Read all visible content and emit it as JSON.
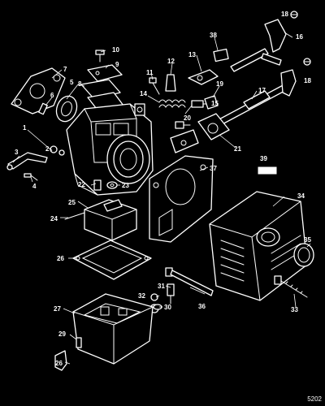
{
  "diagram": {
    "callouts": [
      {
        "id": "c1",
        "label": "1"
      },
      {
        "id": "c2",
        "label": "2"
      },
      {
        "id": "c3",
        "label": "3"
      },
      {
        "id": "c4",
        "label": "4"
      },
      {
        "id": "c5",
        "label": "5"
      },
      {
        "id": "c6",
        "label": "6"
      },
      {
        "id": "c7",
        "label": "7"
      },
      {
        "id": "c8",
        "label": "8"
      },
      {
        "id": "c9",
        "label": "9"
      },
      {
        "id": "c10",
        "label": "10"
      },
      {
        "id": "c11",
        "label": "11"
      },
      {
        "id": "c12",
        "label": "12"
      },
      {
        "id": "c13",
        "label": "13"
      },
      {
        "id": "c14",
        "label": "14"
      },
      {
        "id": "c15",
        "label": "15"
      },
      {
        "id": "c16",
        "label": "16"
      },
      {
        "id": "c17",
        "label": "17"
      },
      {
        "id": "c18a",
        "label": "18"
      },
      {
        "id": "c18b",
        "label": "18"
      },
      {
        "id": "c19",
        "label": "19"
      },
      {
        "id": "c20",
        "label": "20"
      },
      {
        "id": "c21",
        "label": "21"
      },
      {
        "id": "c22",
        "label": "22"
      },
      {
        "id": "c23",
        "label": "23"
      },
      {
        "id": "c24",
        "label": "24"
      },
      {
        "id": "c25",
        "label": "25"
      },
      {
        "id": "c26a",
        "label": "26"
      },
      {
        "id": "c26b",
        "label": "26"
      },
      {
        "id": "c27",
        "label": "27"
      },
      {
        "id": "c29",
        "label": "29"
      },
      {
        "id": "c30",
        "label": "30"
      },
      {
        "id": "c31",
        "label": "31"
      },
      {
        "id": "c32",
        "label": "32"
      },
      {
        "id": "c33",
        "label": "33"
      },
      {
        "id": "c34",
        "label": "34"
      },
      {
        "id": "c35",
        "label": "35"
      },
      {
        "id": "c36",
        "label": "36"
      },
      {
        "id": "c37",
        "label": "37"
      },
      {
        "id": "c38",
        "label": "38"
      },
      {
        "id": "c39",
        "label": "39"
      }
    ],
    "figure_code": "5202"
  }
}
